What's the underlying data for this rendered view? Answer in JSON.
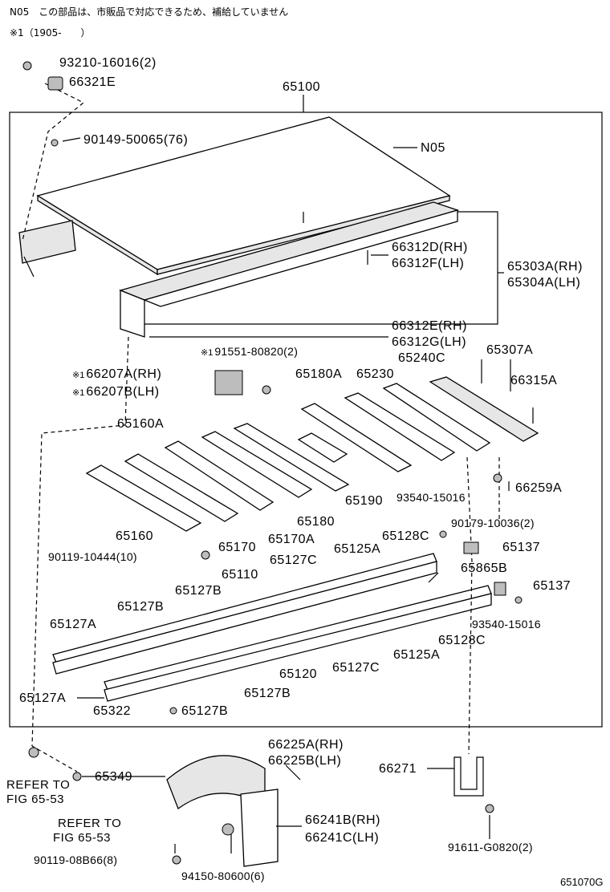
{
  "notes": {
    "line1": "N05　この部品は、市販品で対応できるため、補給していません",
    "line2": "※1（1905-　　）"
  },
  "diagram_code": "651070G",
  "parts": {
    "p_93210": "93210-16016(2)",
    "p_66321E": "66321E",
    "p_65100": "65100",
    "p_90149": "90149-50065(76)",
    "p_N05": "N05",
    "p_66312D": "66312D(RH)",
    "p_66312F": "66312F(LH)",
    "p_65303A": "65303A(RH)",
    "p_65304A": "65304A(LH)",
    "p_66312E": "66312E(RH)",
    "p_66312G": "66312G(LH)",
    "p_91551": "91551-80820(2)",
    "p_66207A": "66207A(RH)",
    "p_66207B": "66207B(LH)",
    "p_65180A": "65180A",
    "p_65230": "65230",
    "p_65240C": "65240C",
    "p_65307A": "65307A",
    "p_66315A": "66315A",
    "p_65160A": "65160A",
    "p_93540_top": "93540-15016",
    "p_66259A": "66259A",
    "p_65190": "65190",
    "p_65180": "65180",
    "p_65170A": "65170A",
    "p_65160": "65160",
    "p_65170": "65170",
    "p_90179": "90179-10036(2)",
    "p_90119_10444": "90119-10444(10)",
    "p_65128C_top": "65128C",
    "p_65125A_top": "65125A",
    "p_65137_top": "65137",
    "p_65127C_top": "65127C",
    "p_65110": "65110",
    "p_65865B": "65865B",
    "p_65127B_top": "65127B",
    "p_65137_bot": "65137",
    "p_65127B_mid": "65127B",
    "p_65127A_top": "65127A",
    "p_93540_bot": "93540-15016",
    "p_65128C_bot": "65128C",
    "p_65125A_bot": "65125A",
    "p_65120": "65120",
    "p_65127C_bot": "65127C",
    "p_65127A_bot": "65127A",
    "p_65127B_bot": "65127B",
    "p_65322": "65322",
    "p_65127B_last": "65127B",
    "p_66225A": "66225A(RH)",
    "p_66225B": "66225B(LH)",
    "p_66271": "66271",
    "p_65349": "65349",
    "p_66241B": "66241B(RH)",
    "p_66241C": "66241C(LH)",
    "p_90119_08B66": "90119-08B66(8)",
    "p_94150": "94150-80600(6)",
    "p_91611": "91611-G0820(2)"
  },
  "refs": {
    "refer_to_1": "REFER TO",
    "fig_1": "FIG 65-53",
    "refer_to_2": "REFER TO",
    "fig_2": "FIG 65-53"
  },
  "marker": "※1"
}
